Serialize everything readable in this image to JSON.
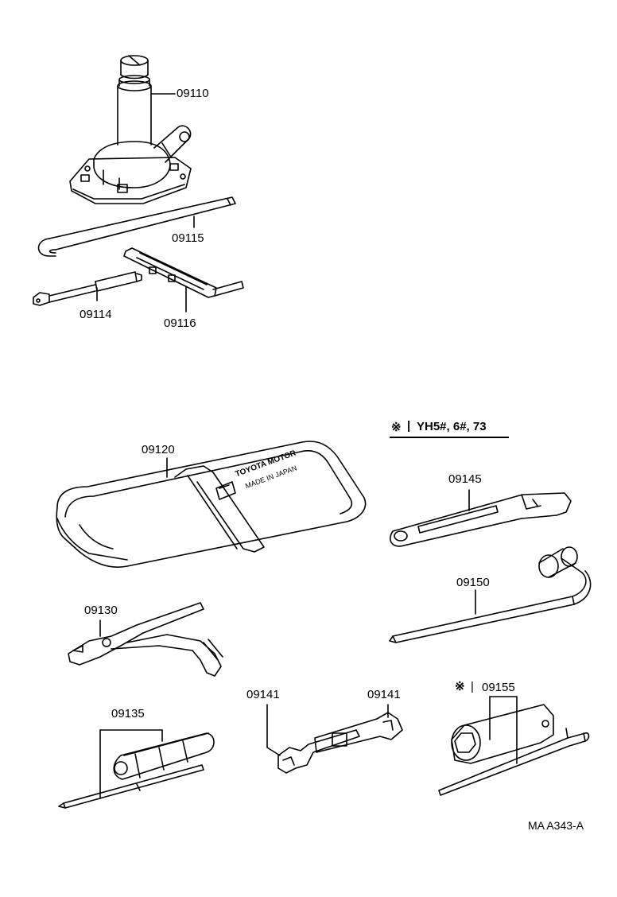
{
  "parts": {
    "jack": "09110",
    "jack_handle": "09115",
    "handle_extension": "09114",
    "jack_handle_bar": "09116",
    "tool_bag": "09120",
    "pliers": "09130",
    "screwdriver": "09135",
    "wrench_left": "09141",
    "wrench_right": "09141",
    "adjustable_wrench": "09145",
    "wheel_nut_wrench": "09150",
    "plug_wrench": "09155"
  },
  "bag_text": {
    "line1": "TOYOTA MOTOR",
    "line2": "MADE IN JAPAN"
  },
  "applicability_note": {
    "mark": "※",
    "text": "YH5#, 6#, 73"
  },
  "plug_wrench_mark": "※",
  "figure_code": "MA A343-A"
}
